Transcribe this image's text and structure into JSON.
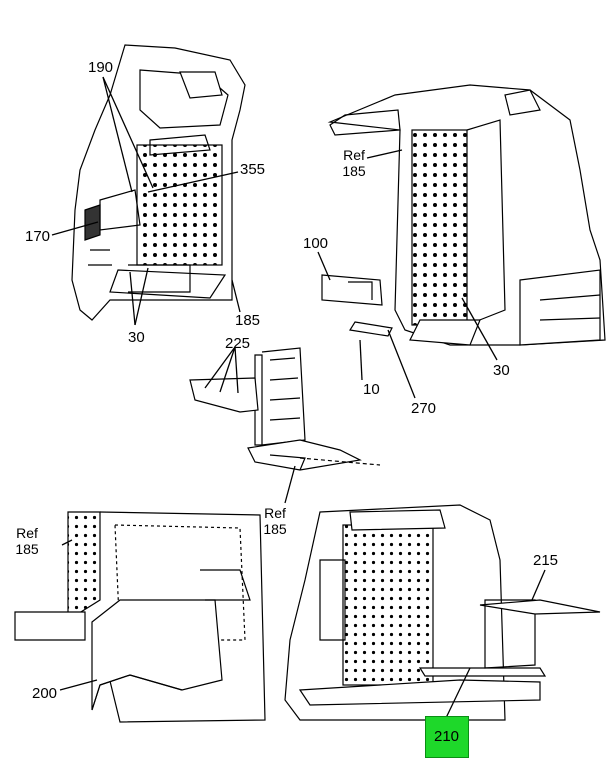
{
  "callouts": {
    "c190": "190",
    "c355": "355",
    "c170": "170",
    "c185a": "185",
    "c30a": "30",
    "c100": "100",
    "c10": "10",
    "c270": "270",
    "c30b": "30",
    "c225": "225",
    "c200": "200",
    "c215": "215",
    "c210": "210"
  },
  "refs": {
    "ref1_line1": "Ref",
    "ref1_line2": "185",
    "ref2_line1": "Ref",
    "ref2_line2": "185",
    "ref3_line1": "Ref",
    "ref3_line2": "185"
  },
  "colors": {
    "highlight": "#1ed82a",
    "line": "#000000"
  }
}
